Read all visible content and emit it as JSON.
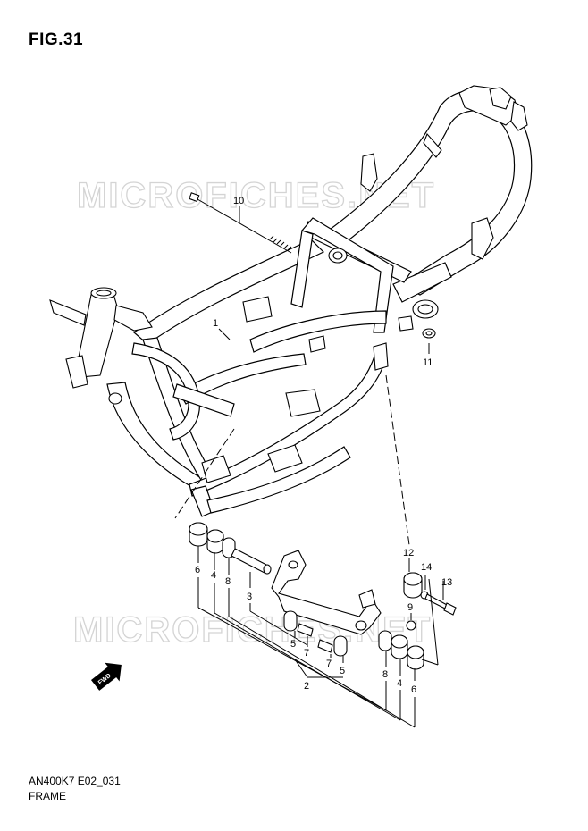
{
  "figure": {
    "title": "FIG.31",
    "code": "AN400K7 E02_031",
    "name": "FRAME"
  },
  "watermark": "MICROFICHES.NET",
  "direction_marker": "FWD",
  "callouts": {
    "c1": "1",
    "c2": "2",
    "c3": "3",
    "c4a": "4",
    "c4b": "4",
    "c5a": "5",
    "c5b": "5",
    "c6a": "6",
    "c6b": "6",
    "c7a": "7",
    "c7b": "7",
    "c8a": "8",
    "c8b": "8",
    "c9": "9",
    "c10": "10",
    "c11": "11",
    "c12": "12",
    "c13": "13",
    "c14": "14"
  }
}
